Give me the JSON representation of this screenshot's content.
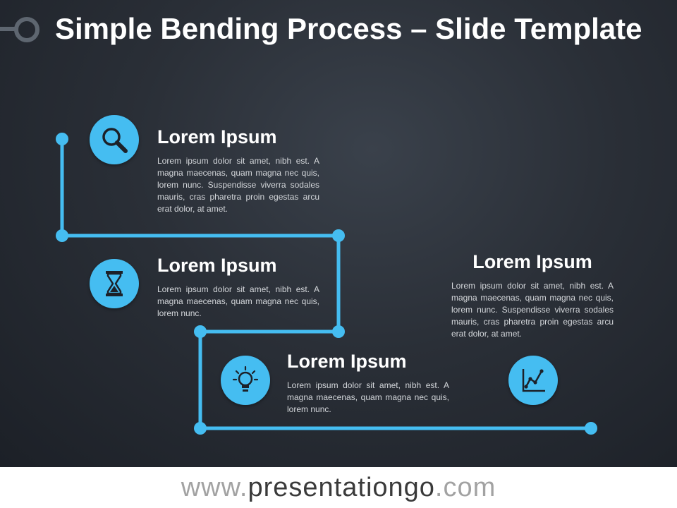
{
  "slide": {
    "title": "Simple Bending Process – Slide Template",
    "accent_color": "#45bdf1",
    "background_color": "#272c33"
  },
  "steps": [
    {
      "heading": "Lorem Ipsum",
      "body": "Lorem ipsum dolor sit amet, nibh est. A magna maecenas, quam magna nec quis, lorem nunc. Suspendisse viverra sodales mauris, cras pharetra proin egestas arcu erat dolor, at amet.",
      "icon": "magnifier-icon"
    },
    {
      "heading": "Lorem Ipsum",
      "body": "Lorem ipsum dolor sit amet, nibh est. A magna maecenas, quam magna nec quis, lorem nunc.",
      "icon": "hourglass-icon"
    },
    {
      "heading": "Lorem Ipsum",
      "body": "Lorem ipsum dolor sit amet, nibh est. A magna maecenas, quam magna nec quis, lorem nunc.",
      "icon": "lightbulb-icon"
    },
    {
      "heading": "Lorem Ipsum",
      "body": "Lorem ipsum dolor sit amet, nibh est. A magna maecenas, quam magna nec quis, lorem nunc. Suspendisse viverra sodales mauris, cras pharetra proin egestas arcu erat dolor, at amet.",
      "icon": "line-chart-icon"
    }
  ],
  "footer": {
    "prefix": "www.",
    "brand": "presentationgo",
    "suffix": ".com"
  }
}
